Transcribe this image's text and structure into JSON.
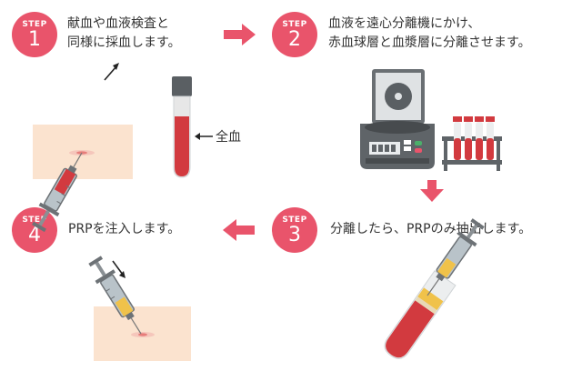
{
  "steps": [
    {
      "label": "STEP",
      "number": "1",
      "line1": "献血や血液検査と",
      "line2": "同様に採血します。"
    },
    {
      "label": "STEP",
      "number": "2",
      "line1": "血液を遠心分離機にかけ、",
      "line2": "赤血球層と血漿層に分離させます。"
    },
    {
      "label": "STEP",
      "number": "3",
      "line1": "分離したら、PRPのみ抽出します。"
    },
    {
      "label": "STEP",
      "number": "4",
      "line1": "PRPを注入します。"
    }
  ],
  "whole_blood_label": "全血",
  "colors": {
    "accent": "#e9546b",
    "blood": "#d23a3f",
    "plasma": "#f0c24a",
    "skin": "#fbe3cf",
    "gray": "#5f6468"
  }
}
